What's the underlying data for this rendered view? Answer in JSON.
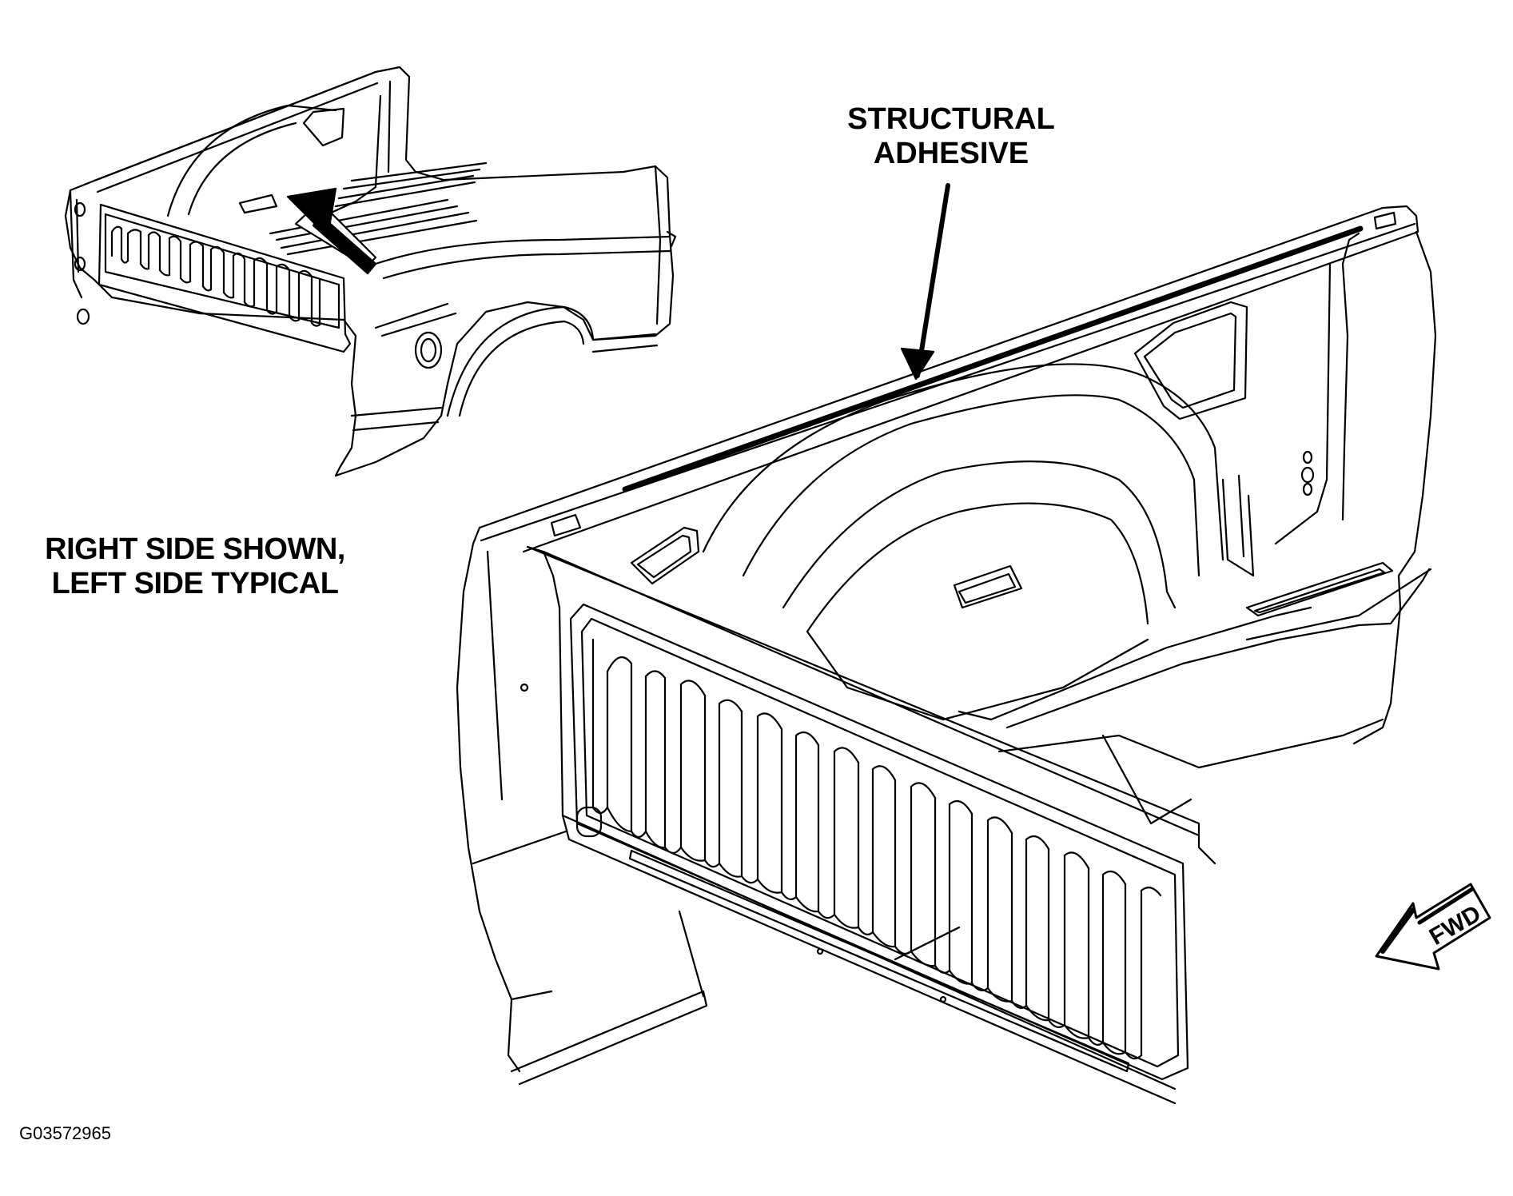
{
  "callout": {
    "line1": "STRUCTURAL",
    "line2": "ADHESIVE"
  },
  "note": {
    "line1": "RIGHT SIDE SHOWN,",
    "line2": "LEFT SIDE TYPICAL"
  },
  "direction_indicator": {
    "label": "FWD"
  },
  "figure_id": "G03572965",
  "colors": {
    "ink": "#000000",
    "background": "#ffffff"
  }
}
